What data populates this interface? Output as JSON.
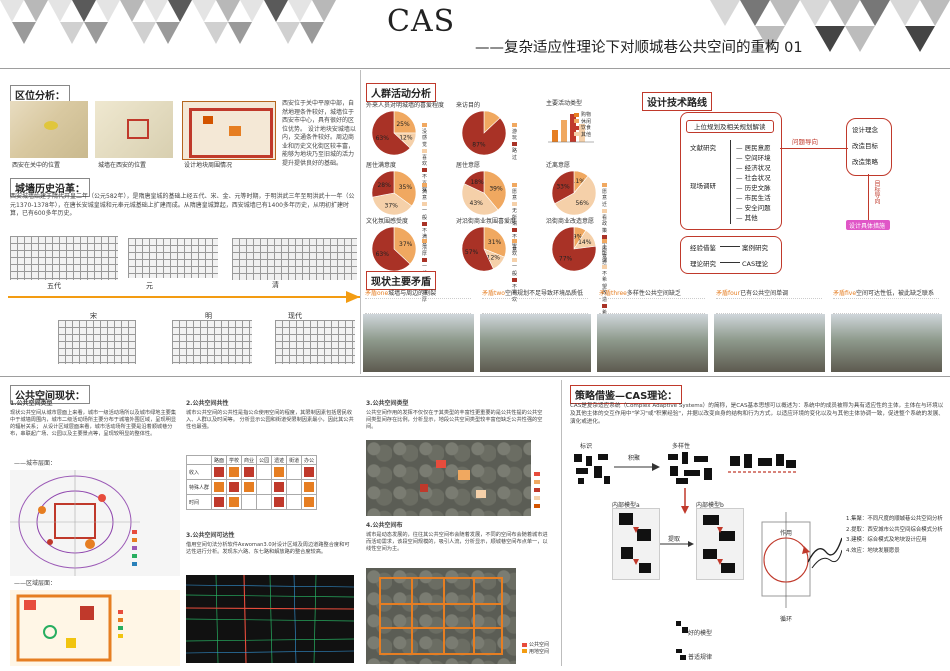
{
  "header": {
    "brand": "CAS",
    "subtitle": "——复杂适应性理论下对顺城巷公共空间的重构  01"
  },
  "location": {
    "title": "区位分析：",
    "text": "西安位于关中平原中部，自然地理条件较好，城墙位于西安市中心，具有很好的区位优势。  设计地块安城墙以内，交通条件较好。周边商业和历史文化街区较丰富，能够为地块乃至旧城的活力提升提供良好的基础。",
    "captions": [
      "西安在关中的位置",
      "城墙在西安的位置",
      "设计地块周围情况"
    ]
  },
  "history": {
    "title": "城墙历史沿革：",
    "text": "西安城墙始建于隋代开皇二年（公元582年），是隋唐皇城的基础上经五代、宋、金、元等时期，于明洪武三年至明洪武十一年（公元1370-1378年），在唐长安城皇城和元奉元城基础上扩建而成。从隋唐皇城算起，西安城墙已有1400多年历史，从明初扩建时算，已有600多年历史。",
    "dynasties": [
      "五代",
      "元",
      "清",
      "宋",
      "明",
      "现代"
    ]
  },
  "activity": {
    "title": "人群活动分析",
    "pies": [
      {
        "title": "外来人员对明城墙的喜爱程度",
        "values": [
          25,
          12,
          63
        ],
        "labels": [
          "25%",
          "12%",
          "63%"
        ],
        "legend": [
          "没感觉",
          "喜欢",
          "不喜欢"
        ]
      },
      {
        "title": "来访目的",
        "values": [
          13,
          87
        ],
        "labels": [
          "",
          "87%"
        ],
        "legend": [
          "游玩",
          "路过"
        ]
      },
      {
        "title": "居住满意度",
        "values": [
          35,
          37,
          28
        ],
        "labels": [
          "35%",
          "37%",
          "28%"
        ],
        "legend": [
          "满意",
          "一般",
          "不满意"
        ]
      },
      {
        "title": "居住意愿",
        "values": [
          39,
          43,
          18
        ],
        "labels": [
          "39%",
          "43%",
          "18%"
        ],
        "legend": [
          "愿意",
          "无所谓",
          "不愿意"
        ]
      },
      {
        "title": "迁离意愿",
        "values": [
          11,
          56,
          33
        ],
        "labels": [
          "11%",
          "56%",
          "33%"
        ],
        "legend": [
          "愿意迁",
          "看政策",
          "不愿意迁"
        ]
      },
      {
        "title": "文化氛围感受度",
        "values": [
          37,
          63
        ],
        "labels": [
          "37%",
          "63%"
        ],
        "legend": [
          "浓厚",
          "一般",
          "不浓厚"
        ]
      },
      {
        "title": "对沿街商业氛围喜爱度",
        "values": [
          31,
          12,
          57
        ],
        "labels": [
          "31%",
          "12%",
          "57%"
        ],
        "legend": [
          "喜欢",
          "一般",
          "不喜欢"
        ]
      },
      {
        "title": "沿街商业改造意愿",
        "values": [
          9,
          14,
          77
        ],
        "labels": [
          "9%",
          "14%",
          "77%"
        ],
        "legend": [
          "无所谓",
          "不希望改造",
          "希望改造"
        ]
      }
    ],
    "bar_title": "主要活动类型",
    "bar_legend": [
      "购物",
      "休闲",
      "饮食",
      "其他"
    ]
  },
  "tech": {
    "title": "设计技术路线",
    "left_top": "上位规划及相关规划解读",
    "left_items": [
      "文献研究",
      "现场调研"
    ],
    "mid_items": [
      "居民意愿",
      "空间环境",
      "经济状况",
      "社会状况",
      "历史文脉",
      "市民生活",
      "安全问题",
      "其他"
    ],
    "problem": "问题导向",
    "right_items": [
      "设计理念",
      "改造目标",
      "改造策略"
    ],
    "goal": "目标导向",
    "output": "设计具体措施",
    "bottom_left": [
      "经验借鉴",
      "理论研究"
    ],
    "bottom_right": [
      "案例研究",
      "CAS理论"
    ]
  },
  "conflict": {
    "title": "现状主要矛盾",
    "items": [
      {
        "head": "矛盾one",
        "text": "城墙与周边的割裂"
      },
      {
        "head": "矛盾two",
        "text": "空间规划不足导致环境品质低"
      },
      {
        "head": "矛盾three",
        "text": "多样性公共空间缺乏"
      },
      {
        "head": "矛盾four",
        "text": "已有公共空间单调"
      },
      {
        "head": "矛盾five",
        "text": "空间可达性低，被此缺乏联系"
      }
    ]
  },
  "public_space": {
    "title": "公共空间现状：",
    "col1_head": "1.公共空间类型",
    "col1_text": "现状公共空间从城市层面上来看，城市一级活动场所以及城市绿地主要集中于城墙周围内，城市二级活动场所主要分布于城墙外围区域，呈现明显的辐射关系；  从设计区域层面来看，城市活动场所主要是沿着顺城巷分布，串联起广场、公园以及主要景点等，呈现较明显的整体性。",
    "city_level": "——城市层面：",
    "district_level": "——区域层面：",
    "col2_head": "2.公共空间共性",
    "col2_text": "城市公共空间的公共性是指公众使用空间的程度，其限制因素包括居民收入、人群以及时间等。  分析显示公园和街道受限制因素最小，因此其公共性也最强。",
    "table_cols": [
      "路面",
      "学校",
      "商业",
      "公园",
      "遗迹",
      "街道",
      "办公"
    ],
    "table_rows": [
      "收入",
      "特殊人群",
      "时间"
    ],
    "col3_head": "3.公共空间可达性",
    "col3_text": "借用空间句法分析软件Axwoman3.0对设计区域及周边道路整合度和可达性进行分析。发现东六路、东七路和解放路的整合度较高。",
    "col4_head": "3.公共空间类型",
    "col4_text": "公共空间作用的发挥不仅仅在于其类型的丰富性更重要的是公共性提的公共空间类型间存在比例，分析显示，地段公共空间类型较丰富但缺乏公共性强的空间。",
    "col5_head": "4.公共空间布",
    "col5_text": "城市是动态发展的，往往其公共空间布会随着发展，不同的空间布会随着城市进而活动需求，该段空间规模的，吸引人流，分析显示，顺城巷空间布点单一，以线性空间为主。",
    "legend1": "公共空间",
    "legend2": "用地空间"
  },
  "strategy": {
    "title": "策略借鉴—CAS理论：",
    "text": "CAS是复杂适应系统（Complex Adaptive Systems）的简称，是CAS基本思想可以概述为：系统中的成员被称为具有适应性的主体，主体在与环境以及其他主体的交互作用中\"学习\"或\"积累经验\"，并据以改变自身的结构和行为方式，以适应环境的变化以及与其他主体协调一致，促进整个系统的发展、演化或进化。",
    "labels": [
      "标识",
      "积聚",
      "多样性",
      "内部模型a",
      "内部模型b",
      "提取",
      "好的模型",
      "普适规律",
      "作用",
      "循环"
    ],
    "notes": [
      "1.集聚：不同尺度的顺城巷公共空间分析",
      "2.提取：西安城市公共空间综合模式分析",
      "3.建模：综合模式及地块设计应用",
      "4.效应：地块发展愿景"
    ]
  }
}
